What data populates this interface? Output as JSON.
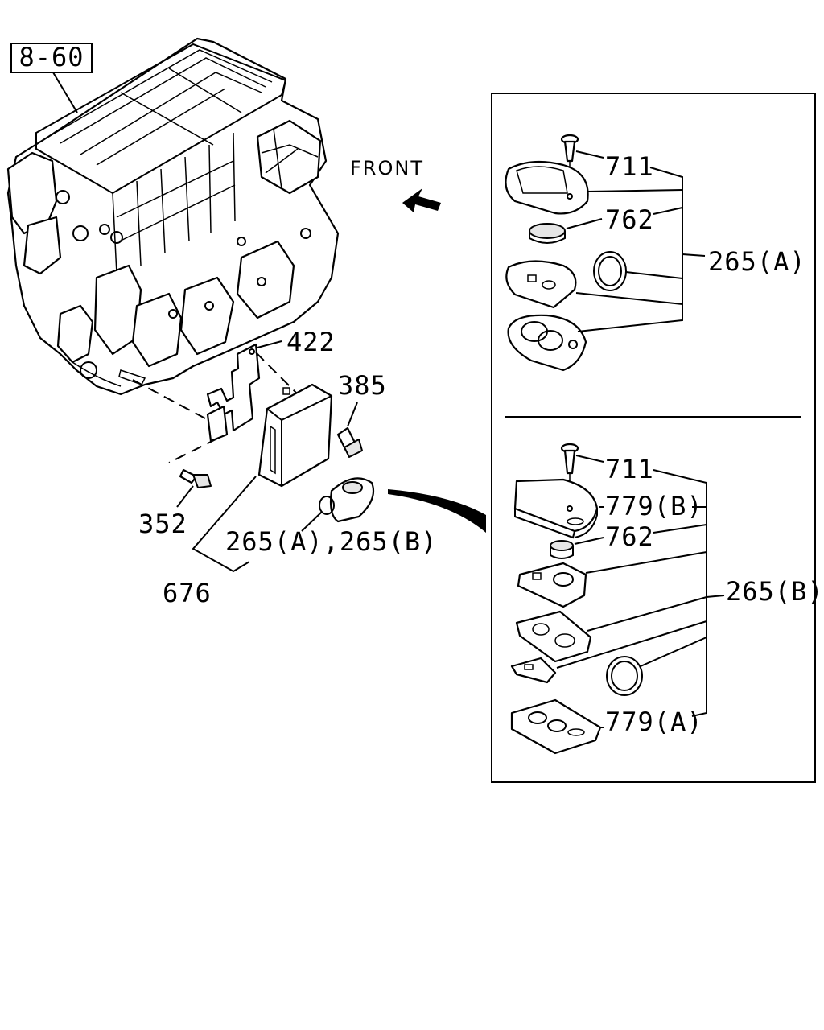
{
  "reference_box": "8-60",
  "direction_label": "FRONT",
  "main_labels": {
    "bracket": "422",
    "bolt_right": "385",
    "screw_left": "352",
    "remote_keys": "265(A),265(B)",
    "control_unit": "676"
  },
  "inset_a": {
    "screw": "711",
    "battery": "762",
    "assembly": "265(A)"
  },
  "inset_b": {
    "screw": "711",
    "upper_case": "779(B)",
    "battery": "762",
    "assembly": "265(B)",
    "lower_case": "779(A)"
  }
}
